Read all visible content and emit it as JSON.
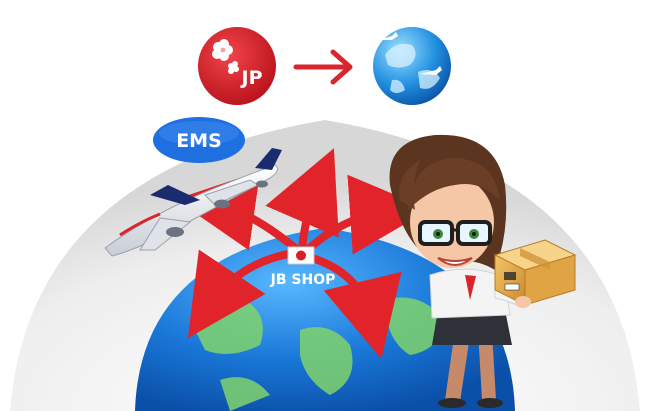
{
  "origin_badge": {
    "label": "JP"
  },
  "carrier_badge": {
    "label": "EMS"
  },
  "shop_label": {
    "label": "JB SHOP"
  },
  "colors": {
    "japan_red": "#d81f26",
    "ems_blue": "#1e6fe0",
    "globe_blue": "#1a78d8",
    "land_green": "#7fd36b",
    "arrow_red": "#e0242a"
  },
  "icons": {
    "origin": "japan-cherry-blossom-badge",
    "destination": "world-globe-icon",
    "carrier": "airplane-icon",
    "package": "cardboard-box-icon",
    "character": "courier-woman-character"
  }
}
